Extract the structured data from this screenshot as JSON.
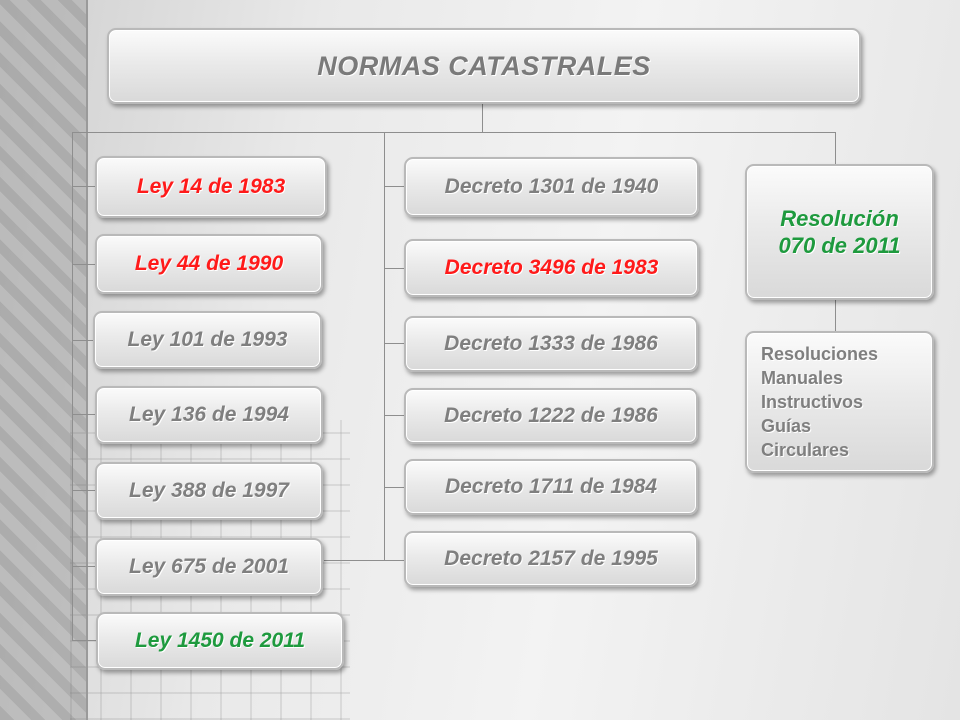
{
  "title": "NORMAS CATASTRALES",
  "leyes": [
    {
      "label": "Ley 14 de 1983",
      "color": "red"
    },
    {
      "label": "Ley 44 de 1990",
      "color": "red"
    },
    {
      "label": "Ley 101 de 1993",
      "color": "gray"
    },
    {
      "label": "Ley 136 de 1994",
      "color": "gray"
    },
    {
      "label": "Ley 388 de 1997",
      "color": "gray"
    },
    {
      "label": "Ley 675 de 2001",
      "color": "gray"
    },
    {
      "label": "Ley 1450 de 2011",
      "color": "green"
    }
  ],
  "decretos": [
    {
      "label": "Decreto 1301 de 1940",
      "color": "gray"
    },
    {
      "label": "Decreto 3496 de 1983",
      "color": "red"
    },
    {
      "label": "Decreto 1333 de 1986",
      "color": "gray"
    },
    {
      "label": "Decreto 1222 de 1986",
      "color": "gray"
    },
    {
      "label": "Decreto 1711 de 1984",
      "color": "gray"
    },
    {
      "label": "Decreto 2157 de 1995",
      "color": "gray"
    }
  ],
  "resolucion": {
    "line1": "Resolución",
    "line2": "070 de 2011",
    "color": "green"
  },
  "otros": [
    "Resoluciones",
    "Manuales",
    "Instructivos",
    "Guías",
    "Circulares"
  ],
  "colors": {
    "red": "#ff1a1a",
    "green": "#1e9a3e",
    "gray": "#7f7f7f"
  }
}
